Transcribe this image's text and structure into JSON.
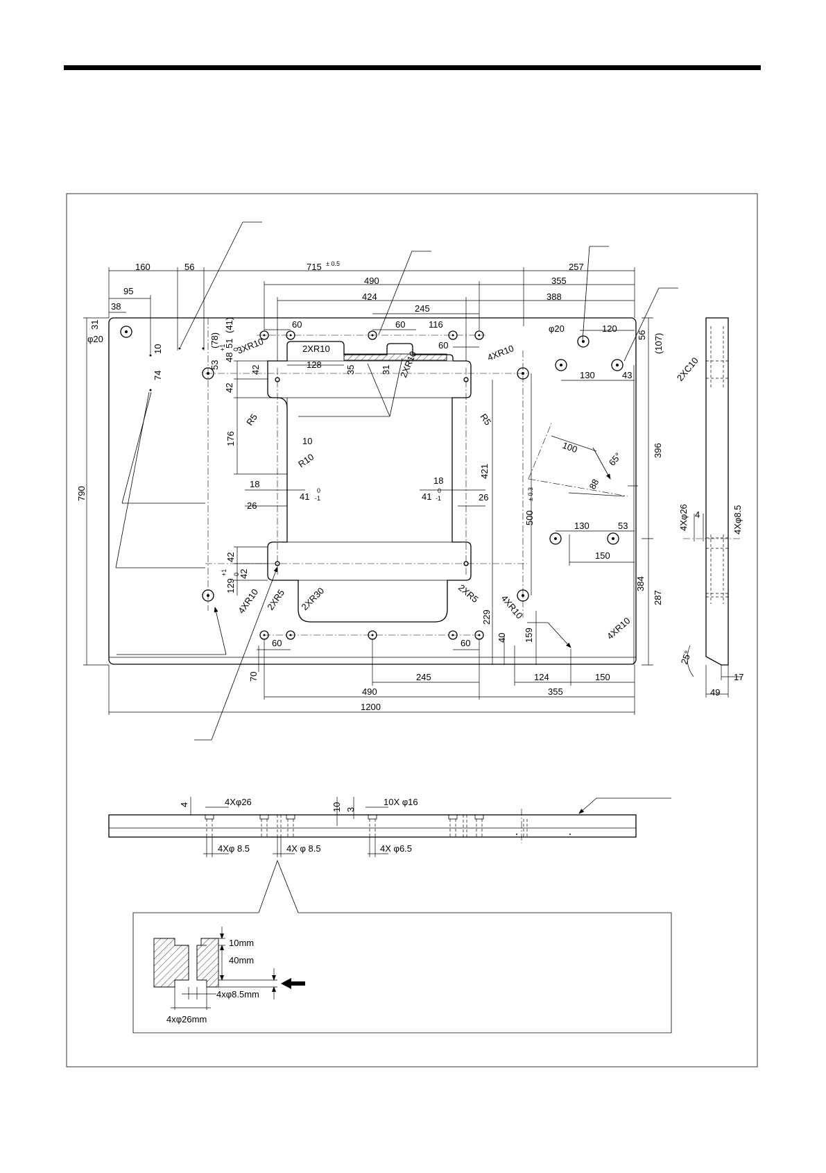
{
  "dims": {
    "d160": "160",
    "d56": "56",
    "d715": "715",
    "d715_tol": "± 0.5",
    "d257": "257",
    "d490_top": "490",
    "d355_top": "355",
    "d95": "95",
    "d424": "424",
    "d388": "388",
    "d38": "38",
    "d245_top": "245",
    "d31": "31",
    "d20_left": "φ20",
    "d60_a": "60",
    "d60_b": "60",
    "d116": "116",
    "d60_c": "60",
    "d20_right": "φ20",
    "d120": "120",
    "d107": "(107)",
    "d56_right": "56",
    "d78": "(78)",
    "d41": "(41)",
    "d51": "51",
    "d53": "53",
    "d48": "48",
    "d48_tol_up": "+1",
    "d48_tol_dn": "0",
    "d42_a": "42",
    "d42_b": "42",
    "d10": "10",
    "d74": "74",
    "r3xr10": "3XR10",
    "r2xr10_a": "2XR10",
    "d128": "128",
    "d35": "35",
    "d31_mid": "31",
    "r2xr10_b": "2XR10",
    "r4xr10_a": "4XR10",
    "d130_a": "130",
    "d43": "43",
    "r2xc10": "2XC10",
    "r5_a": "R5",
    "r5_b": "R5",
    "d176": "176",
    "d10_b": "10",
    "r10": "R10",
    "d100": "100",
    "d65": "65°",
    "d88": "88",
    "d396": "396",
    "d421": "421",
    "d500": "500",
    "d500_tol": "± 0.3",
    "d790": "790",
    "d18_a": "18",
    "d41_a": "41",
    "d41_a_tol_up": "0",
    "d41_a_tol_dn": "-1",
    "d26_a": "26",
    "d18_b": "18",
    "d41_b": "41",
    "d41_b_tol_up": "0",
    "d41_b_tol_dn": "-1",
    "d26_b": "26",
    "d130_b": "130",
    "d53_b": "53",
    "d150_a": "150",
    "d4x26_side": "4Xφ26",
    "d4_side": "4",
    "d4x85_side": "4Xφ8.5",
    "d42_c": "42",
    "d42_d": "42",
    "d129": "129",
    "d129_tol_up": "+1",
    "d129_tol_dn": "0",
    "r4xr10_b": "4XR10",
    "r2xr5_a": "2XR5",
    "r2xr30": "2XR30",
    "r2xr5_b": "2XR5",
    "r4xr10_c": "4XR10",
    "d229": "229",
    "d384": "384",
    "d287": "287",
    "r4xr10_d": "4XR10",
    "d25": "25°",
    "d60_d": "60",
    "d60_e": "60",
    "d40": "40",
    "d159": "159",
    "d70": "70",
    "d245_bot": "245",
    "d124": "124",
    "d150_b": "150",
    "d17": "17",
    "d49": "49",
    "d490_bot": "490",
    "d355_bot": "355",
    "d1200": "1200"
  },
  "front": {
    "d4": "4",
    "d4x26": "4Xφ26",
    "d10": "10",
    "d3": "3",
    "d10x16": "10X φ16",
    "d4x85_a": "4Xφ 8.5",
    "d4x85_b": "4X φ 8.5",
    "d4x65": "4X φ6.5"
  },
  "detail": {
    "d10mm": "10mm",
    "d40mm": "40mm",
    "d4x85mm": "4xφ8.5mm",
    "d4x26mm": "4xφ26mm"
  }
}
